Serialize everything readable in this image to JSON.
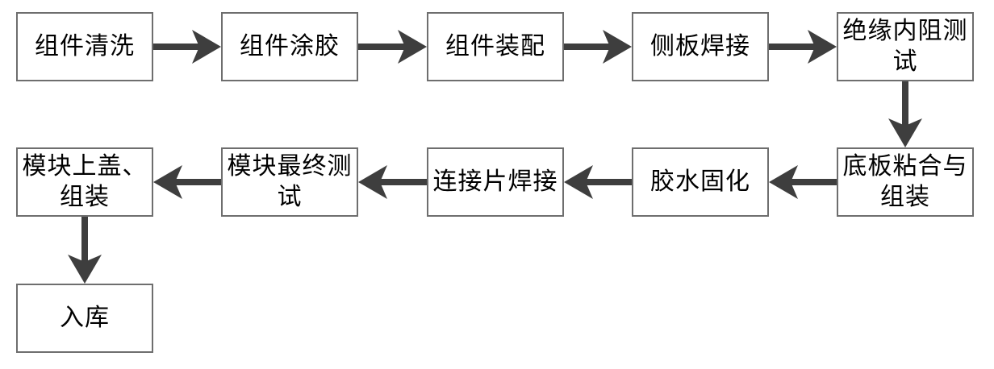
{
  "diagram": {
    "type": "flowchart",
    "language": "zh-CN",
    "description_of_content": "production process flow of a module, boustrophedon layout"
  },
  "colors": {
    "background": "#ffffff",
    "box_border": "#6e6e6e",
    "text": "#000000",
    "arrow": "#3e3e3e"
  },
  "nodes": [
    {
      "id": "clean",
      "label": "组件清洗"
    },
    {
      "id": "glue",
      "label": "组件涂胶"
    },
    {
      "id": "assemble",
      "label": "组件装配"
    },
    {
      "id": "side-weld",
      "label": "侧板焊接"
    },
    {
      "id": "insul-test",
      "label": "绝缘内阻测\n试"
    },
    {
      "id": "bottom-bond",
      "label": "底板粘合与\n组装"
    },
    {
      "id": "glue-cure",
      "label": "胶水固化"
    },
    {
      "id": "tab-weld",
      "label": "连接片焊接"
    },
    {
      "id": "final-test",
      "label": "模块最终测\n试"
    },
    {
      "id": "top-cover",
      "label": "模块上盖、\n组装"
    },
    {
      "id": "warehouse",
      "label": "入库"
    }
  ],
  "edges": [
    {
      "from": "clean",
      "to": "glue",
      "direction": "right"
    },
    {
      "from": "glue",
      "to": "assemble",
      "direction": "right"
    },
    {
      "from": "assemble",
      "to": "side-weld",
      "direction": "right"
    },
    {
      "from": "side-weld",
      "to": "insul-test",
      "direction": "right"
    },
    {
      "from": "insul-test",
      "to": "bottom-bond",
      "direction": "down"
    },
    {
      "from": "bottom-bond",
      "to": "glue-cure",
      "direction": "left"
    },
    {
      "from": "glue-cure",
      "to": "tab-weld",
      "direction": "left"
    },
    {
      "from": "tab-weld",
      "to": "final-test",
      "direction": "left"
    },
    {
      "from": "final-test",
      "to": "top-cover",
      "direction": "left"
    },
    {
      "from": "top-cover",
      "to": "warehouse",
      "direction": "down"
    }
  ]
}
